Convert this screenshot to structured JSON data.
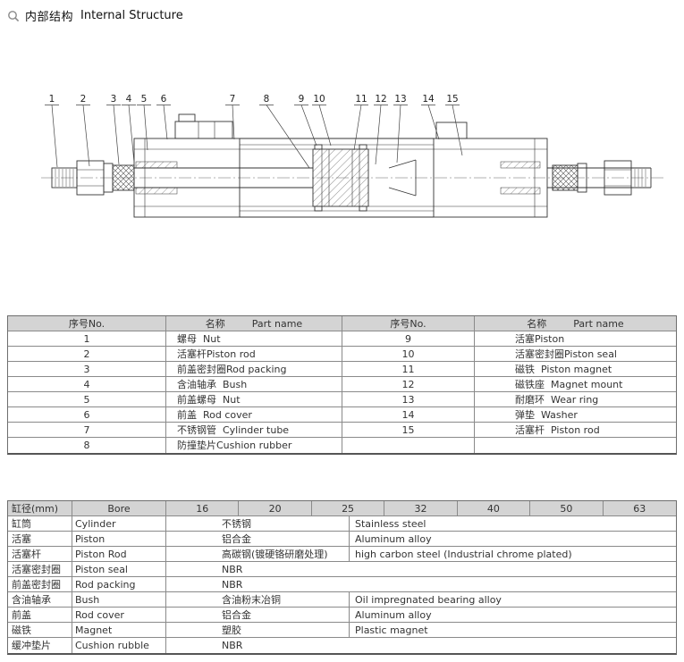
{
  "page": {
    "section_title_zh": "内部结构",
    "section_title_en": "Internal Structure"
  },
  "diagram": {
    "callouts": [
      "1",
      "2",
      "3",
      "4",
      "5",
      "6",
      "7",
      "8",
      "9",
      "10",
      "11",
      "12",
      "13",
      "14",
      "15"
    ]
  },
  "parts_table": {
    "header": {
      "no": "序号No.",
      "name_zh": "名称",
      "name_en": "Part name"
    },
    "rows": [
      {
        "no_left": "1",
        "name_left": "螺母  Nut",
        "no_right": "9",
        "name_right": "活塞Piston"
      },
      {
        "no_left": "2",
        "name_left": "活塞杆Piston rod",
        "no_right": "10",
        "name_right": "活塞密封圈Piston seal"
      },
      {
        "no_left": "3",
        "name_left": "前盖密封圈Rod packing",
        "no_right": "11",
        "name_right": "磁铁  Piston magnet"
      },
      {
        "no_left": "4",
        "name_left": "含油轴承  Bush",
        "no_right": "12",
        "name_right": "磁铁座  Magnet mount"
      },
      {
        "no_left": "5",
        "name_left": "前盖螺母  Nut",
        "no_right": "13",
        "name_right": "耐磨环  Wear ring"
      },
      {
        "no_left": "6",
        "name_left": "前盖  Rod cover",
        "no_right": "14",
        "name_right": "弹垫  Washer"
      },
      {
        "no_left": "7",
        "name_left": "不锈钢管  Cylinder tube",
        "no_right": "15",
        "name_right": "活塞杆  Piston rod"
      },
      {
        "no_left": "8",
        "name_left": "防撞垫片Cushion rubber",
        "no_right": "",
        "name_right": ""
      }
    ]
  },
  "materials_table": {
    "header": {
      "bore_zh": "缸径(mm)",
      "bore_en": "Bore",
      "sizes": [
        "16",
        "20",
        "25",
        "32",
        "40",
        "50",
        "63"
      ]
    },
    "rows": [
      {
        "zh": "缸筒",
        "en": "Cylinder",
        "mat_zh": "不锈钢",
        "mat_en": "Stainless steel"
      },
      {
        "zh": "活塞",
        "en": "Piston",
        "mat_zh": "铝合金",
        "mat_en": "Aluminum alloy"
      },
      {
        "zh": "活塞杆",
        "en": "Piston Rod",
        "mat_zh": "高碳钢(镀硬铬研磨处理)",
        "mat_en": "high carbon steel (Industrial chrome plated)"
      },
      {
        "zh": "活塞密封圈",
        "en": "Piston seal",
        "mat": "NBR"
      },
      {
        "zh": "前盖密封圈",
        "en": "Rod packing",
        "mat": "NBR"
      },
      {
        "zh": "含油轴承",
        "en": "Bush",
        "mat_zh": "含油粉末冶铜",
        "mat_en": "Oil impregnated bearing alloy"
      },
      {
        "zh": "前盖",
        "en": "Rod cover",
        "mat_zh": "铝合金",
        "mat_en": "Aluminum alloy"
      },
      {
        "zh": "磁铁",
        "en": "Magnet",
        "mat_zh": "塑胶",
        "mat_en": "Plastic magnet"
      },
      {
        "zh": "缓冲垫片",
        "en": "Cushion rubble",
        "mat": "NBR"
      }
    ]
  },
  "colors": {
    "header_bg": "#d4d4d4",
    "border": "#8a8a8a",
    "text": "#333333"
  }
}
